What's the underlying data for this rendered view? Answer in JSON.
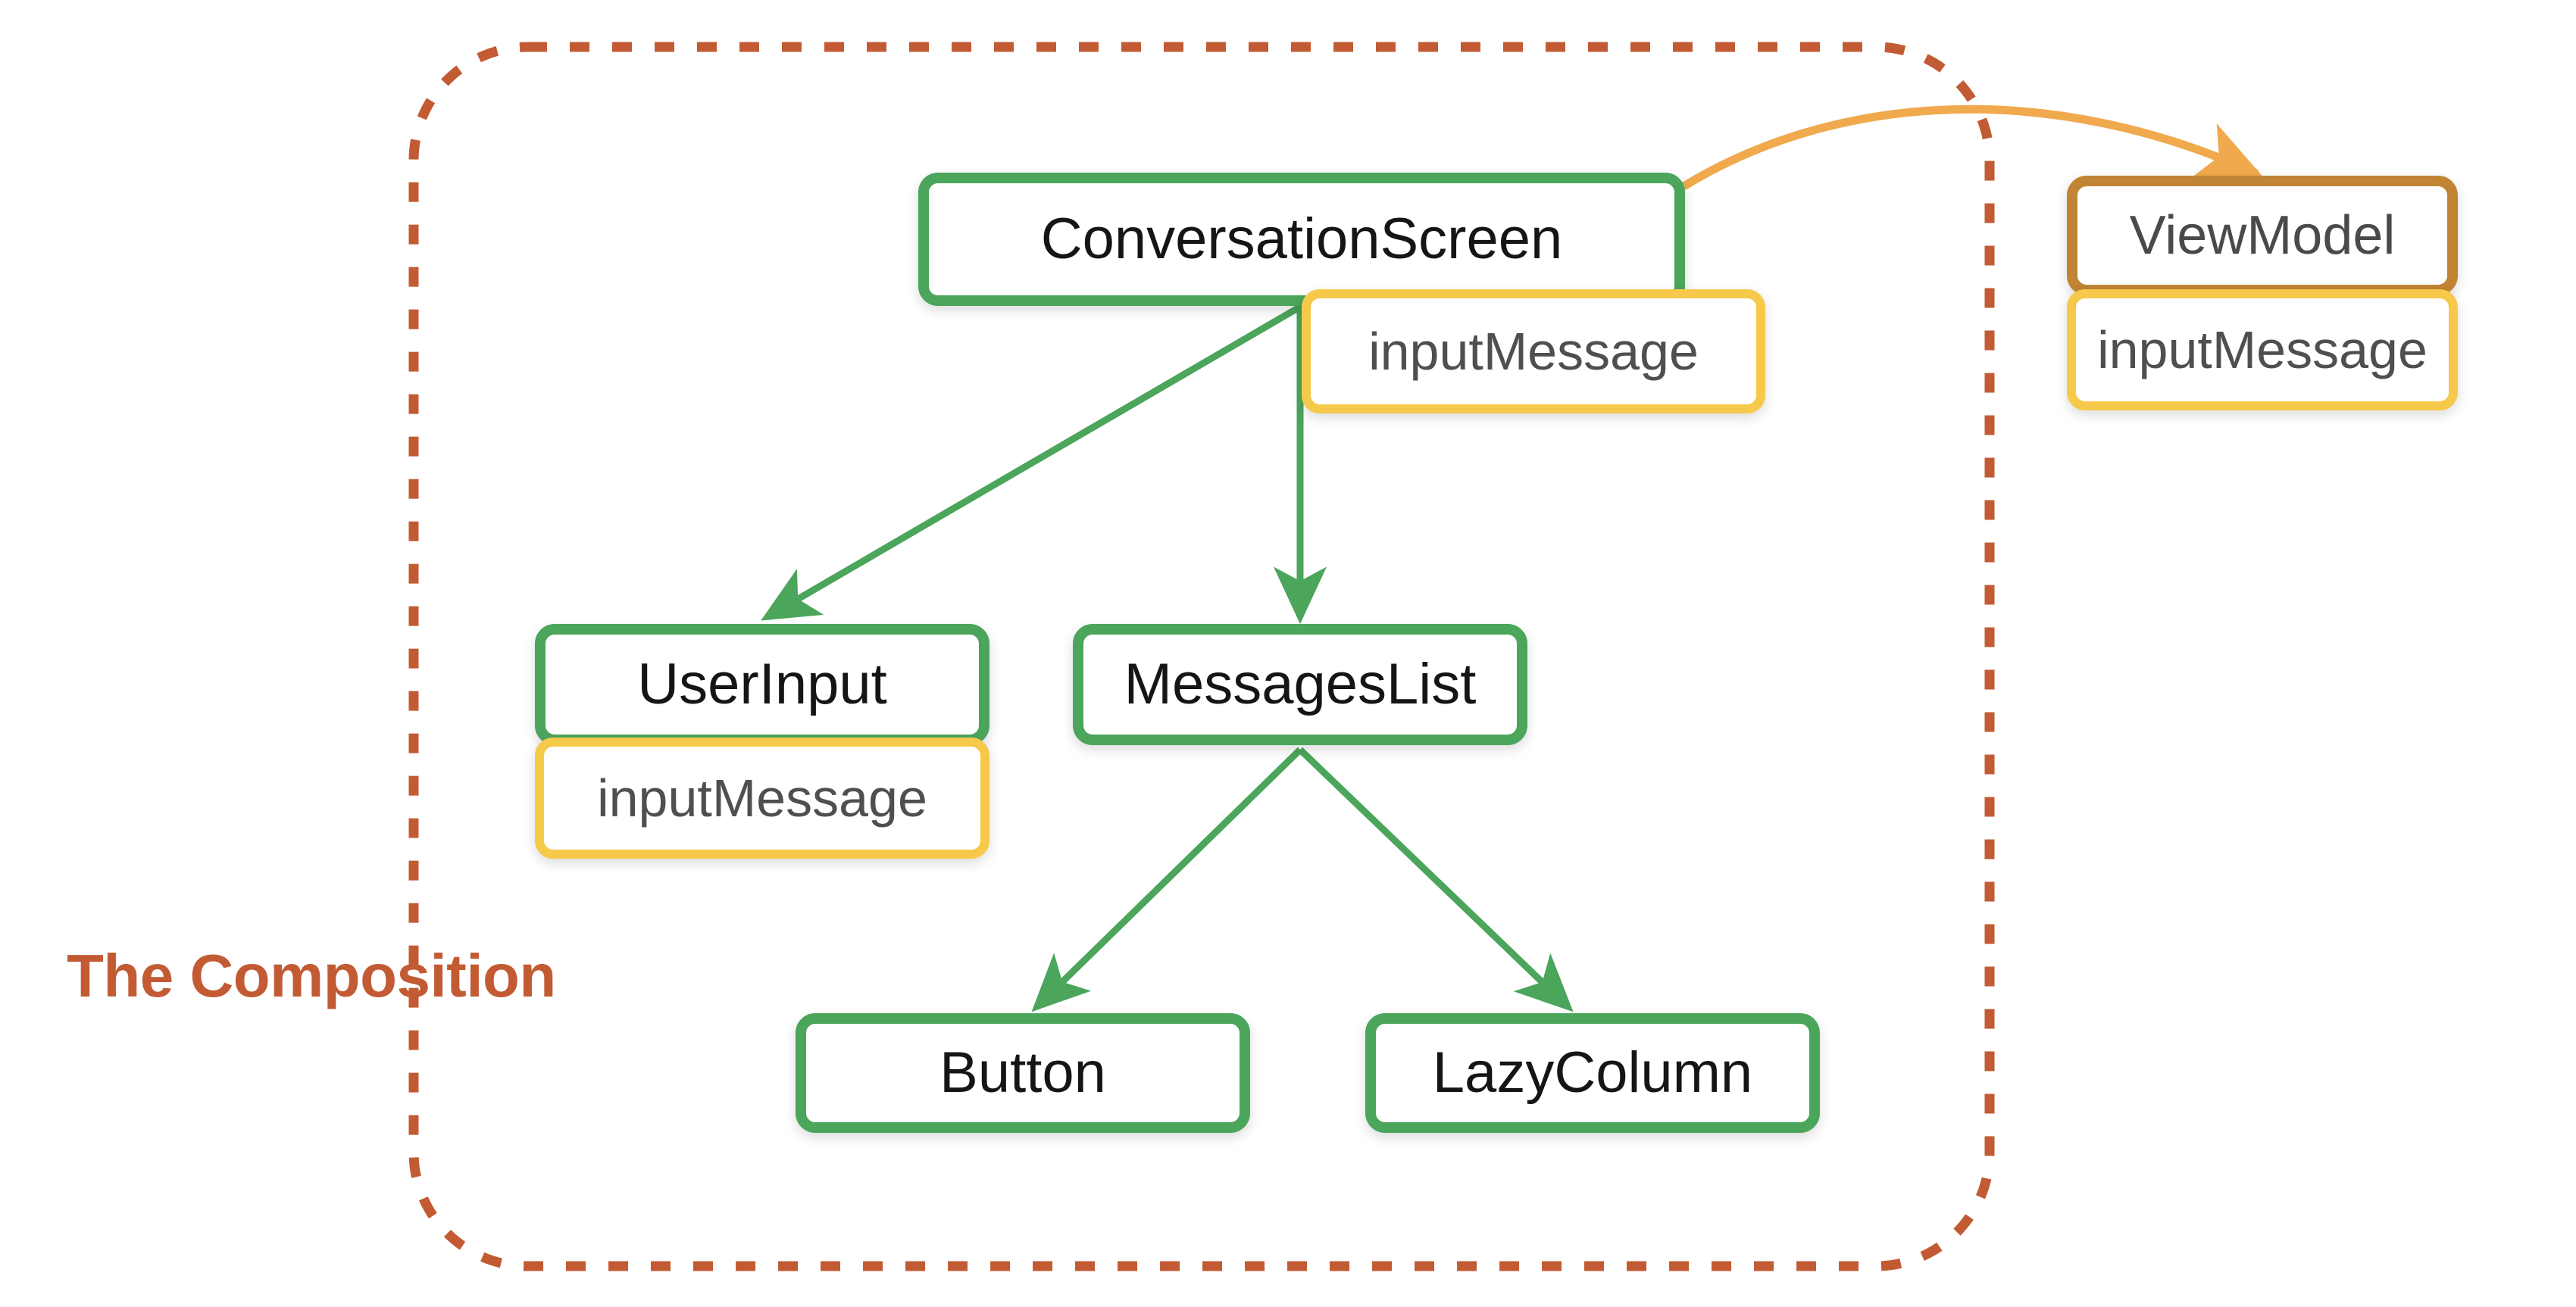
{
  "diagram": {
    "title": "The Composition",
    "container": {
      "label": "The Composition",
      "border_style": "dashed",
      "border_color": "#C25B33"
    },
    "colors": {
      "composable_border": "#4BA55B",
      "state_border": "#F7C94B",
      "viewmodel_border": "#C08434",
      "container_border": "#C25B33",
      "event_arrow": "#F0A94C",
      "composition_arrow": "#4BA55B",
      "node_fill": "#FFFFFF",
      "composable_text": "#151515",
      "state_text": "#4F4F4F",
      "viewmodel_text": "#4A4A4A"
    },
    "nodes": {
      "conversation_screen": {
        "label": "ConversationScreen",
        "kind": "composable"
      },
      "conversation_screen_state": {
        "label": "inputMessage",
        "kind": "state"
      },
      "view_model": {
        "label": "ViewModel",
        "kind": "viewmodel"
      },
      "view_model_state": {
        "label": "inputMessage",
        "kind": "state"
      },
      "user_input": {
        "label": "UserInput",
        "kind": "composable"
      },
      "user_input_state": {
        "label": "inputMessage",
        "kind": "state"
      },
      "messages_list": {
        "label": "MessagesList",
        "kind": "composable"
      },
      "button": {
        "label": "Button",
        "kind": "composable"
      },
      "lazy_column": {
        "label": "LazyColumn",
        "kind": "composable"
      }
    },
    "edges": [
      {
        "from": "conversation_screen",
        "to": "user_input",
        "color": "#4BA55B",
        "style": "solid"
      },
      {
        "from": "conversation_screen",
        "to": "messages_list",
        "color": "#4BA55B",
        "style": "solid"
      },
      {
        "from": "messages_list",
        "to": "button",
        "color": "#4BA55B",
        "style": "solid"
      },
      {
        "from": "messages_list",
        "to": "lazy_column",
        "color": "#4BA55B",
        "style": "solid"
      },
      {
        "from": "conversation_screen",
        "to": "view_model",
        "color": "#F0A94C",
        "style": "curved"
      }
    ]
  }
}
